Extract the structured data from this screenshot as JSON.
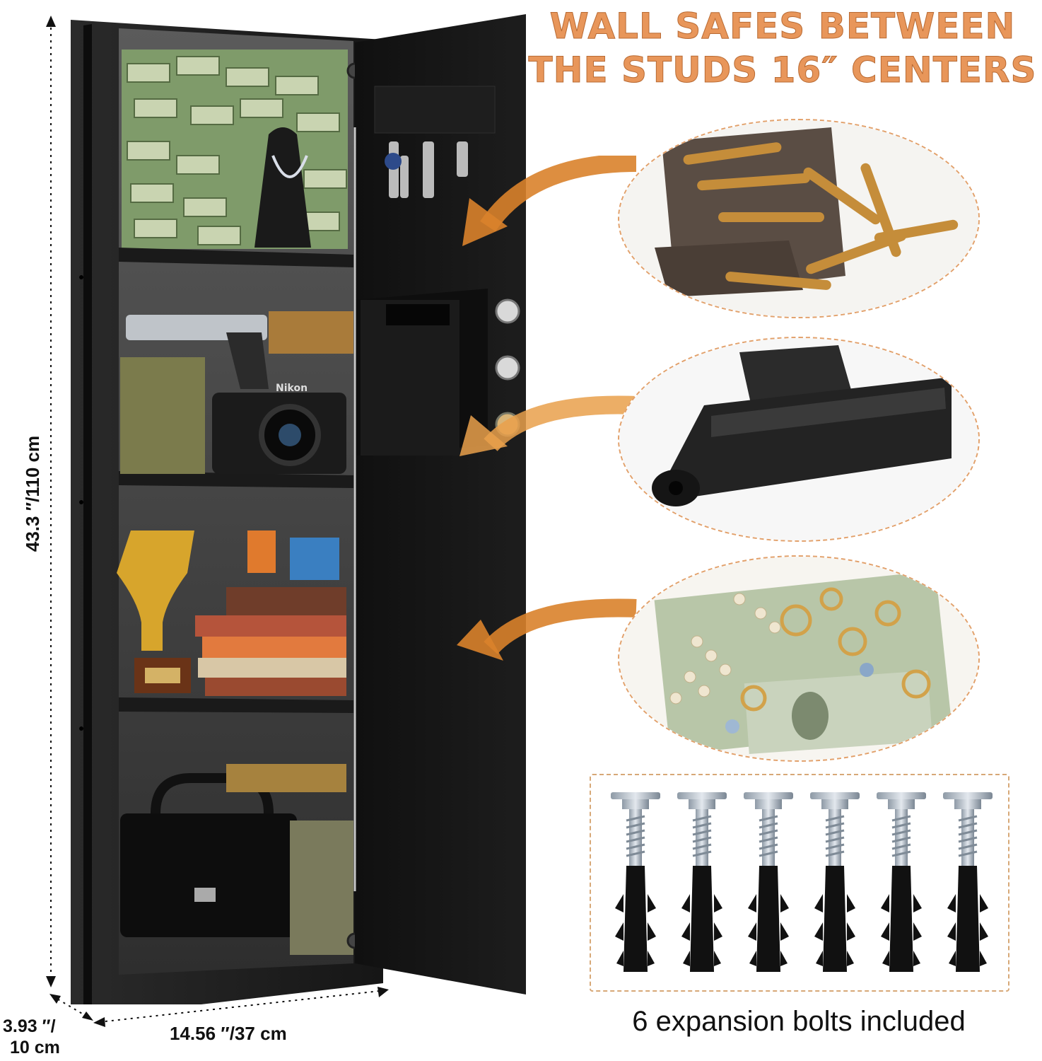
{
  "headline": {
    "line1": "WALL SAFES BETWEEN",
    "line2": "THE STUDS 16″ CENTERS"
  },
  "dimensions": {
    "height": "43.3 ″/110 cm",
    "width": "14.56 ″/37 cm",
    "depth_line1": "3.93 ″/",
    "depth_line2": "10 cm"
  },
  "safe": {
    "camera_brand": "Nikon"
  },
  "bolts": {
    "caption": "6 expansion bolts included",
    "count": 6
  },
  "colors": {
    "accent": "#e8965a",
    "safe_body": "#1c1c1c",
    "door": "#151515"
  }
}
